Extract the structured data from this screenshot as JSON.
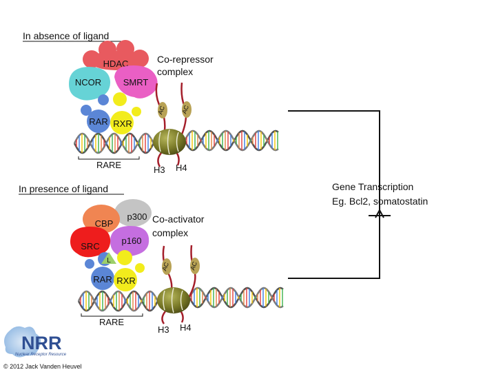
{
  "top_panel": {
    "heading": "In absence of ligand",
    "proteins": {
      "hdac": "HDAC",
      "ncor": "NCOR",
      "smrt": "SMRT",
      "rar": "RAR",
      "rxr": "RXR"
    },
    "complex_label": [
      "Co-repressor",
      "complex"
    ],
    "element": "RARE",
    "histones": [
      "H3",
      "H4"
    ],
    "mark": "AC"
  },
  "bottom_panel": {
    "heading": "In presence of ligand",
    "proteins": {
      "cbp": "CBP",
      "p300": "p300",
      "src": "SRC",
      "p160": "p160",
      "ligand": "L",
      "rar": "RAR",
      "rxr": "RXR"
    },
    "complex_label": [
      "Co-activator",
      "complex"
    ],
    "element": "RARE",
    "histones": [
      "H3",
      "H4"
    ],
    "mark": "AC"
  },
  "outcome": {
    "line1": "Gene Transcription",
    "line2": "Eg. Bcl2, somatostatin"
  },
  "logo": {
    "text": "NRR",
    "subtitle": "Nuclear Receptor Resource"
  },
  "copyright": "© 2012 Jack Vanden Heuvel",
  "colors": {
    "hdac": "#e85a5f",
    "ncor": "#66d3d6",
    "smrt": "#ea5fc4",
    "rar": "#5b86d6",
    "rxr": "#f2ec1c",
    "cbp": "#f08552",
    "p300": "#c4c4c4",
    "src": "#ee1d1d",
    "p160": "#c56ee0",
    "ligand": "#9ccf6a",
    "nucleosome": "#7a7a28",
    "histone_tail": "#a41e2a",
    "ac_mark": "#b8a255"
  }
}
